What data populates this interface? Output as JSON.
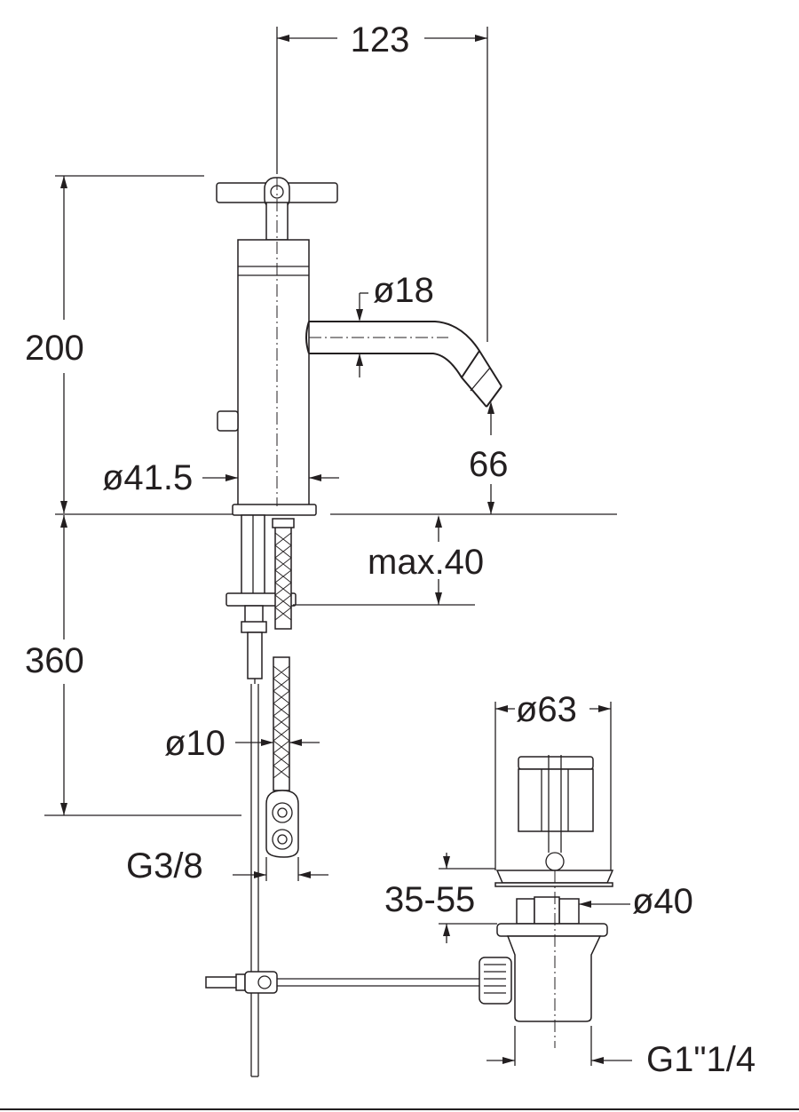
{
  "colors": {
    "line": "#231f20",
    "background": "#ffffff"
  },
  "dimensions": {
    "width_total": "123",
    "height_tap": "200",
    "spout_diameter": "ø18",
    "spout_height": "66",
    "body_diameter": "ø41.5",
    "max_deck": "max.40",
    "hose_length": "360",
    "hose_diameter": "ø10",
    "connection_thread": "G3/8",
    "waste_head_diameter": "ø63",
    "waste_range": "35-55",
    "waste_body_diameter": "ø40",
    "waste_thread": "G1\"1/4"
  }
}
